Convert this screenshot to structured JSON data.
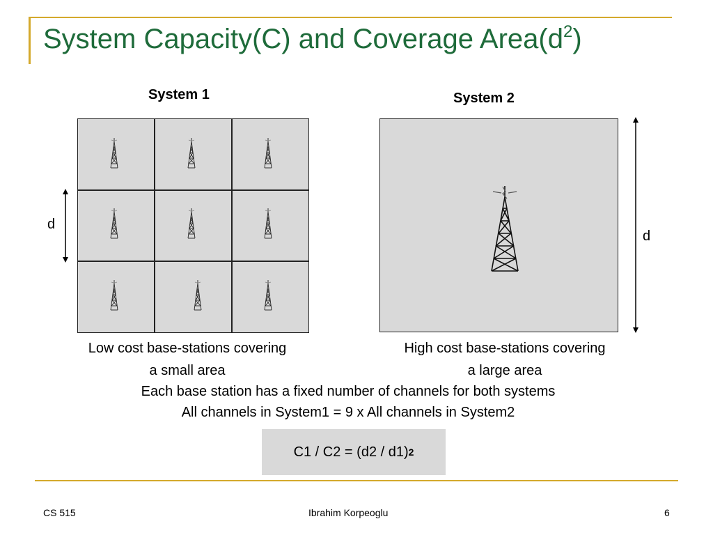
{
  "title": {
    "main": "System Capacity(C) and Coverage Area(d",
    "sup": "2",
    "close": ")"
  },
  "system1": {
    "label": "System 1",
    "dimension_label": "d",
    "caption_line1": "Low cost base-stations covering",
    "caption_line2": "a small area"
  },
  "system2": {
    "label": "System 2",
    "dimension_label": "d",
    "caption_line1": "High cost base-stations covering",
    "caption_line2": "a large area"
  },
  "note_line1": "Each base station has a fixed number of channels for both systems",
  "note_line2": "All channels in System1 = 9 x  All channels in System2",
  "formula": {
    "text": "C1 / C2 = (d2 / d1)",
    "sup": "2"
  },
  "footer": {
    "left": "CS 515",
    "center": "Ibrahim Korpeoglu",
    "right": "6"
  },
  "colors": {
    "title": "#1e6b3a",
    "accent_bar": "#d4a92c",
    "cell_fill": "#d9d9d9"
  },
  "icons": {
    "base_station": "radio-tower-icon"
  }
}
